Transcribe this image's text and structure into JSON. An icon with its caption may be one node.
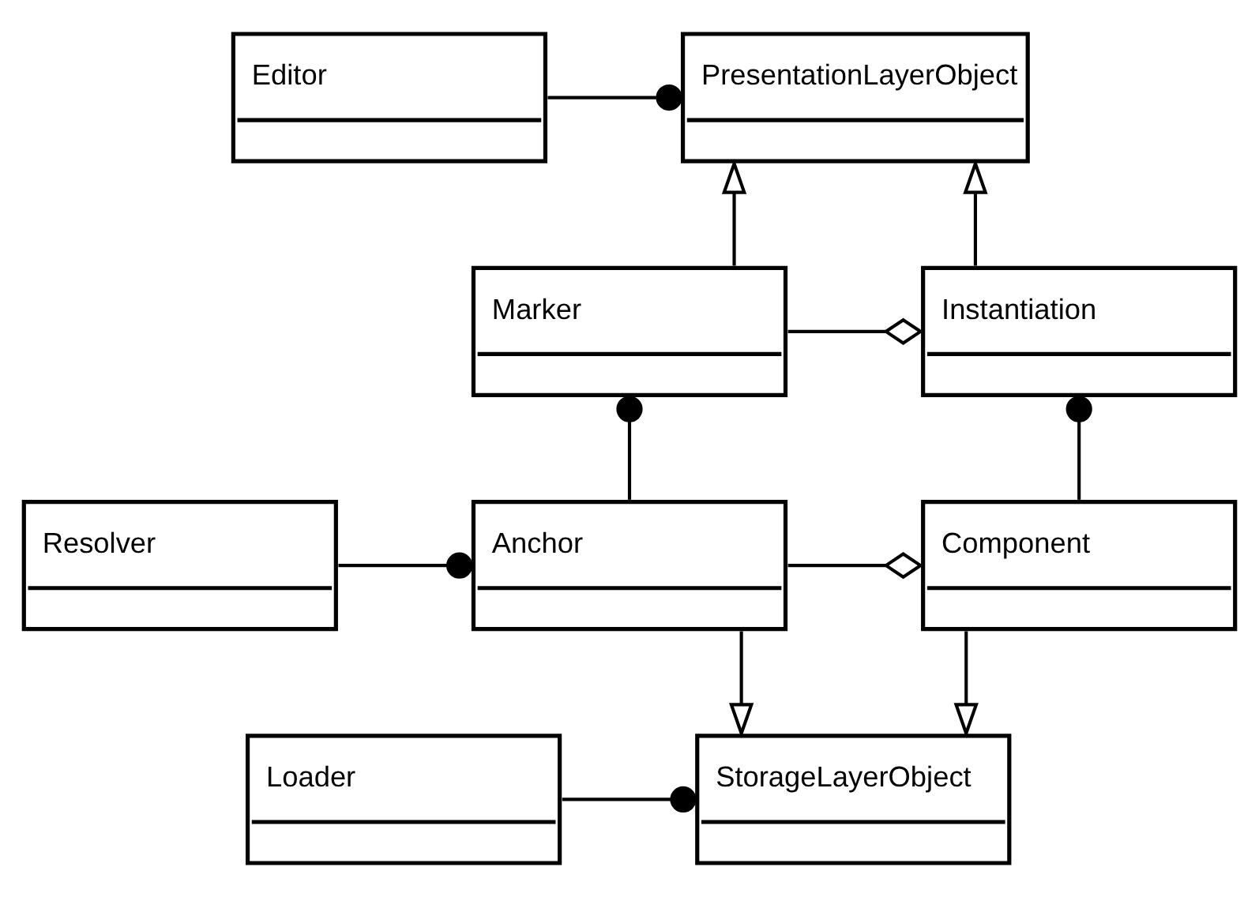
{
  "diagram": {
    "nodes": [
      {
        "text": [
          "PresentationLayerObject"
        ]
      },
      {
        "text": [
          "Editor"
        ]
      },
      {
        "text": [
          "Instantiation"
        ]
      },
      {
        "text": [
          "Marker"
        ]
      },
      {
        "text": [
          "Component"
        ]
      },
      {
        "text": [
          "Anchor"
        ]
      },
      {
        "text": [
          "Resolver"
        ]
      },
      {
        "text": [
          "StorageLayerObject"
        ]
      },
      {
        "text": [
          "Loader"
        ]
      }
    ],
    "edges": [
      {
        "from": 1,
        "to": 0,
        "arrow": "other"
      },
      {
        "from": 2,
        "to": 0,
        "arrow": "to"
      },
      {
        "from": 3,
        "to": 0,
        "arrow": "to"
      },
      {
        "from": 3,
        "to": 2,
        "arrow": "other"
      },
      {
        "from": 4,
        "to": 2,
        "arrow": "other"
      },
      {
        "from": 5,
        "to": 3,
        "arrow": "other"
      },
      {
        "from": 5,
        "to": 4,
        "arrow": "other"
      },
      {
        "from": 6,
        "to": 5,
        "arrow": "other"
      },
      {
        "from": 4,
        "to": 7,
        "arrow": "to"
      },
      {
        "from": 5,
        "to": 7,
        "arrow": "to"
      },
      {
        "from": 8,
        "to": 7,
        "arrow": "other"
      }
    ]
  }
}
